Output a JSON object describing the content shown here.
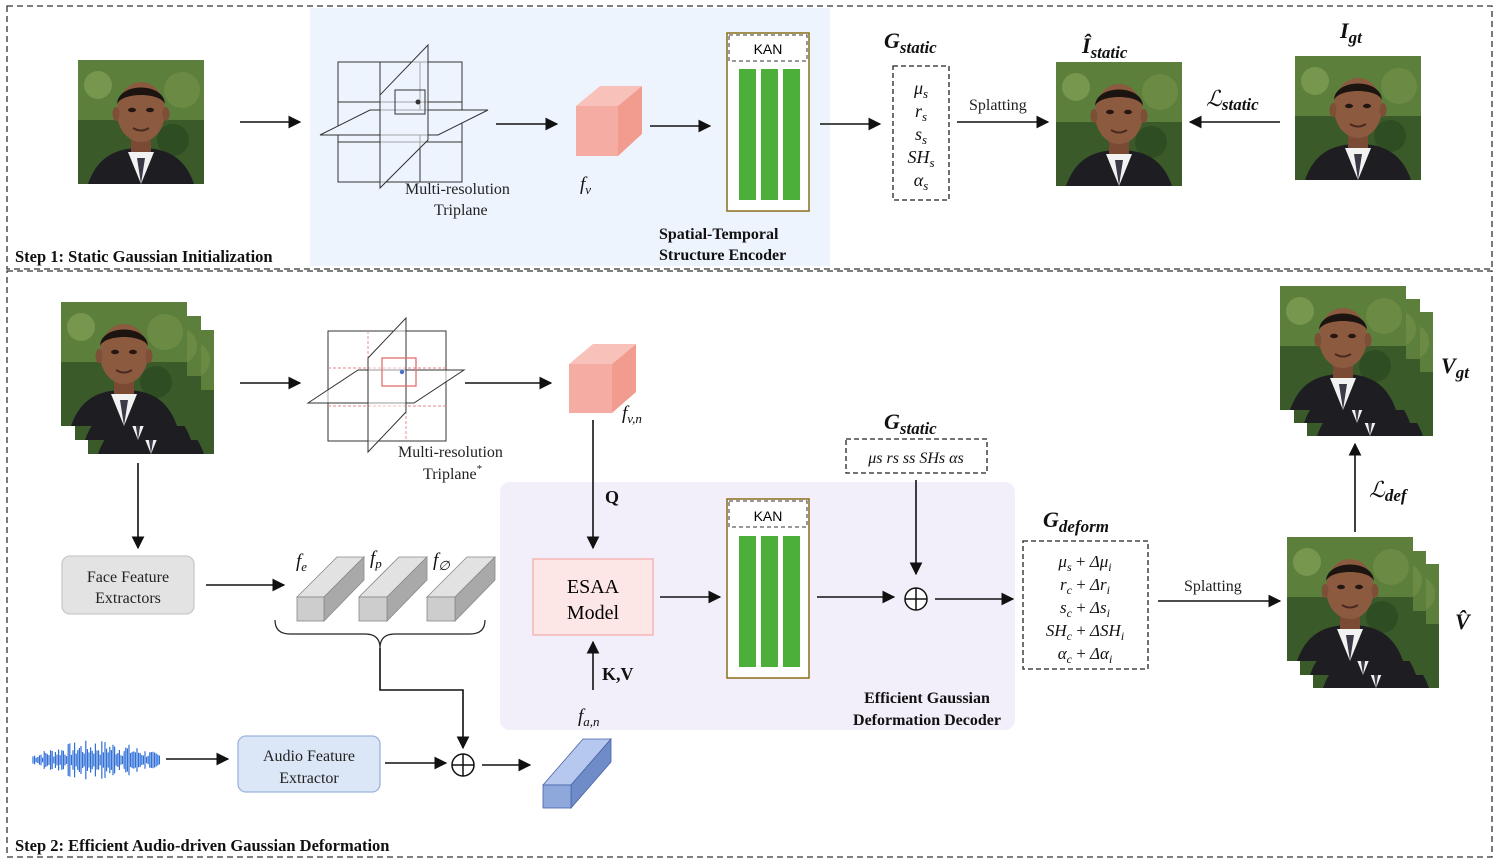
{
  "step1": {
    "title": "Step 1: Static Gaussian Initialization",
    "triplane_label_1": "Multi-resolution",
    "triplane_label_2": "Triplane",
    "feature": "f",
    "feature_sub": "v",
    "kan": "KAN",
    "encoder_label_1": "Spatial-Temporal",
    "encoder_label_2": "Structure Encoder",
    "gstatic": "G",
    "gstatic_sub": "static",
    "params": [
      {
        "base": "μ",
        "sub": "s"
      },
      {
        "base": "r",
        "sub": "s"
      },
      {
        "base": "s",
        "sub": "s"
      },
      {
        "base": "SH",
        "sub": "s"
      },
      {
        "base": "α",
        "sub": "s"
      }
    ],
    "splatting": "Splatting",
    "istatic": "Î",
    "istatic_sub": "static",
    "loss": "ℒ",
    "loss_sub": "static",
    "igt": "I",
    "igt_sub": "gt"
  },
  "step2": {
    "title": "Step 2: Efficient Audio-driven Gaussian Deformation",
    "triplane_label_1": "Multi-resolution",
    "triplane_label_2": "Triplane",
    "triplane_mark": "*",
    "feature": "f",
    "feature_sub": "v,n",
    "q": "Q",
    "kv": "K,V",
    "face_extractor_1": "Face Feature",
    "face_extractor_2": "Extractors",
    "fe": "f",
    "fe_sub": "e",
    "fp": "f",
    "fp_sub": "p",
    "fphi": "f",
    "fphi_sub": "∅",
    "audio_extractor_1": "Audio Feature",
    "audio_extractor_2": "Extractor",
    "fa": "f",
    "fa_sub": "a,n",
    "esaa_1": "ESAA",
    "esaa_2": "Model",
    "kan": "KAN",
    "decoder_label_1": "Efficient Gaussian",
    "decoder_label_2": "Deformation Decoder",
    "gstatic": "G",
    "gstatic_sub": "static",
    "gstatic_params": "μs rs ss SHs αs",
    "gdeform": "G",
    "gdeform_sub": "deform",
    "deform_params": [
      {
        "base": "μ",
        "sub": "s",
        "delta": "Δμ",
        "dsub": "i"
      },
      {
        "base": "r",
        "sub": "c",
        "delta": "Δr",
        "dsub": "i"
      },
      {
        "base": "s",
        "sub": "c",
        "delta": "Δs",
        "dsub": "i"
      },
      {
        "base": "SH",
        "sub": "c",
        "delta": "ΔSH",
        "dsub": "i"
      },
      {
        "base": "α",
        "sub": "c",
        "delta": "Δα",
        "dsub": "i"
      }
    ],
    "splatting": "Splatting",
    "vhat": "V̂",
    "loss": "ℒ",
    "loss_sub": "def",
    "vgt": "V",
    "vgt_sub": "gt"
  },
  "colors": {
    "kan_bar": "#4caf3a",
    "kan_border": "#8a6d1a",
    "feature_pink": "#f3a79d",
    "feature_blue": "#8ea8dc",
    "feature_gray": "#c7c7c7",
    "panel_blue": "#eef4fd",
    "panel_lilac": "#f3effa",
    "esaa_fill": "#fde6e6",
    "face_box": "#e3e3e3",
    "audio_box": "#dbe6f6",
    "waveform": "#2f6fd6"
  }
}
